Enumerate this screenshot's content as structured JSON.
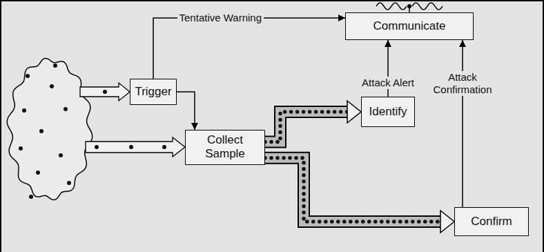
{
  "diagram": {
    "nodes": [
      {
        "text": [
          "Trigger"
        ]
      },
      {
        "text": [
          "Communicate"
        ]
      },
      {
        "text": [
          "Collect Sample"
        ]
      },
      {
        "text": [
          "Identify"
        ]
      },
      {
        "text": [
          "Confirm"
        ]
      }
    ],
    "edges": [
      {
        "from": 0,
        "to": 1,
        "arrow": "to",
        "label": "Tentative Warning"
      },
      {
        "from": 0,
        "to": 2,
        "arrow": "to"
      },
      {
        "from": 2,
        "to": 3,
        "arrow": "to"
      },
      {
        "from": 2,
        "to": 4,
        "arrow": "to"
      },
      {
        "from": 3,
        "to": 1,
        "arrow": "to",
        "label": "Attack Alert"
      },
      {
        "from": 4,
        "to": 1,
        "arrow": "to",
        "label": "Attack Confirmation"
      }
    ]
  }
}
